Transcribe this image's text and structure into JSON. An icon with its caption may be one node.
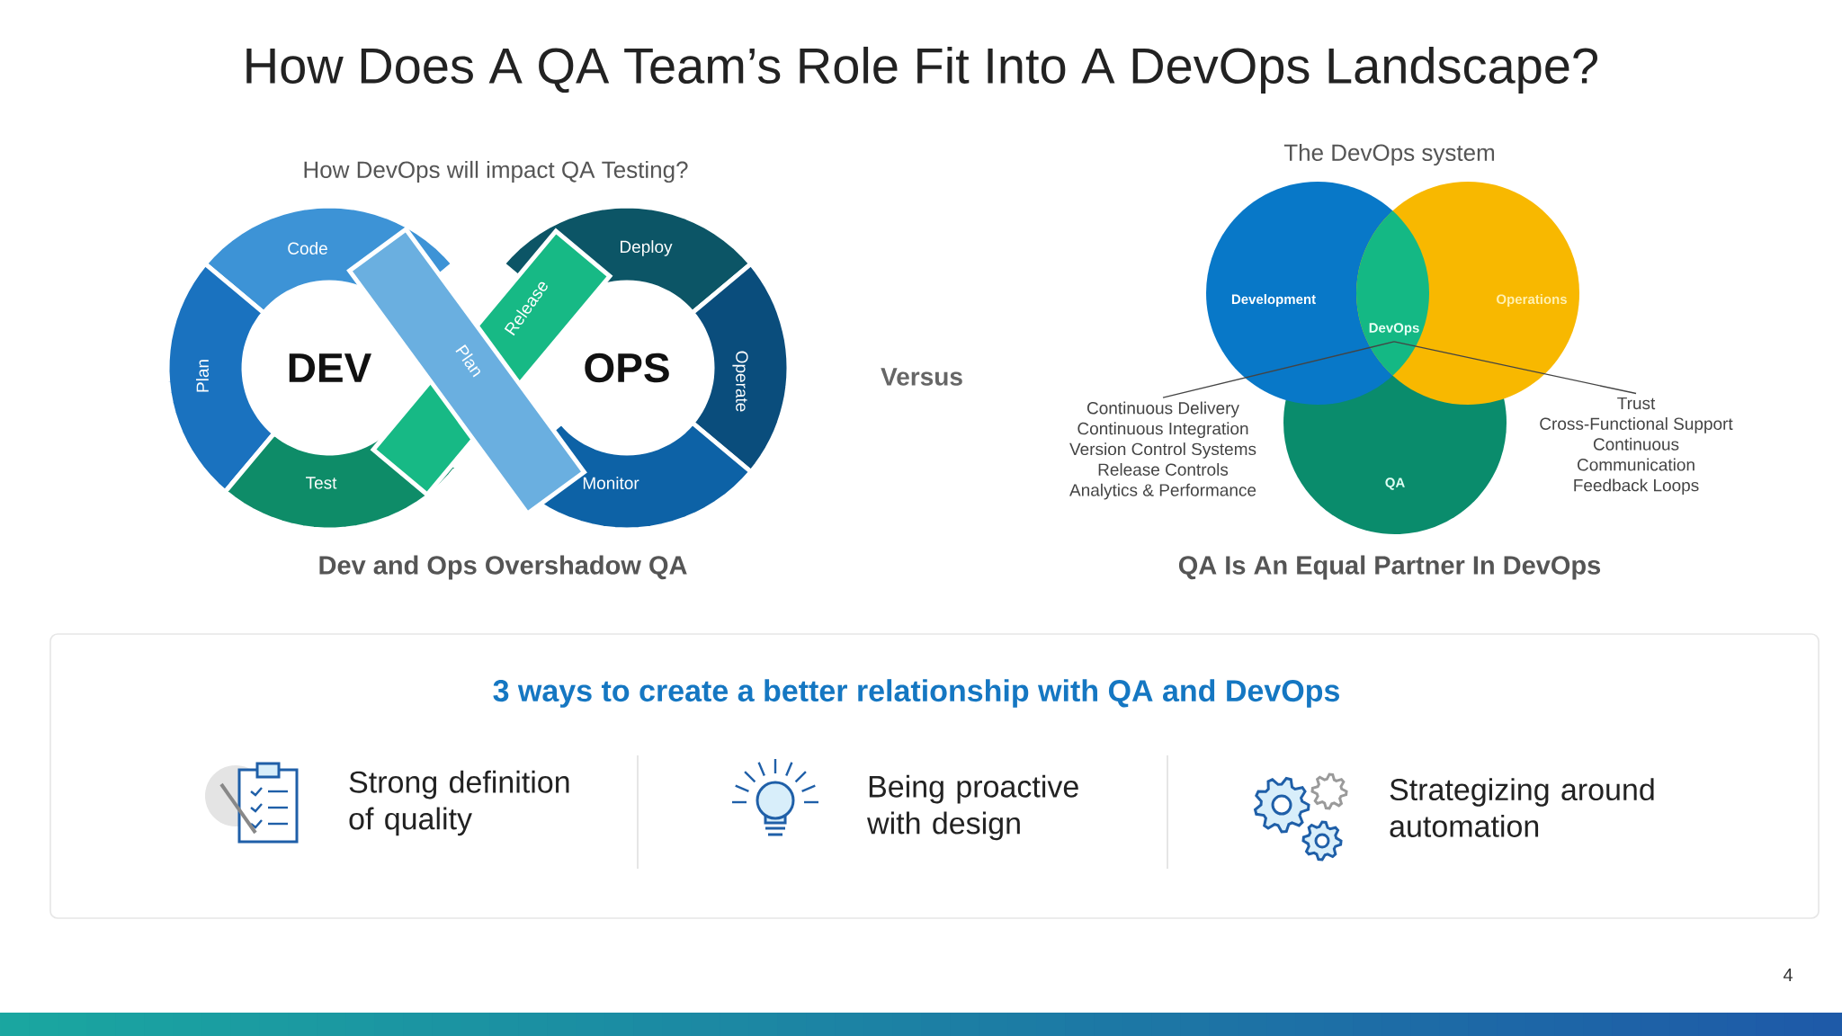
{
  "diagram": {
    "title": "How Does A QA Team’s Role Fit Into A DevOps Landscape?",
    "nodes": [
      {
        "text": [
          "Code"
        ]
      },
      {
        "text": [
          "Plan"
        ]
      },
      {
        "text": [
          "Test"
        ]
      },
      {
        "text": [
          "Release"
        ]
      },
      {
        "text": [
          "Plan"
        ]
      },
      {
        "text": [
          "Deploy"
        ]
      },
      {
        "text": [
          "Operate"
        ]
      },
      {
        "text": [
          "Monitor"
        ]
      },
      {
        "text": [
          "Development"
        ]
      },
      {
        "text": [
          "Operations"
        ]
      },
      {
        "text": [
          "DevOps"
        ]
      },
      {
        "text": [
          "QA"
        ]
      },
      {
        "text": [
          "Continuous Delivery",
          "Continuous Integration",
          "Version Control Systems",
          "Release Controls",
          "Analytics & Performance"
        ]
      },
      {
        "text": [
          "Trust",
          "Cross-Functional Support",
          "Continuous",
          "Communication",
          "Feedback Loops"
        ]
      },
      {
        "text": [
          "3 ways to create a better relationship with QA and DevOps"
        ]
      }
    ],
    "edges": [
      {
        "from": 12,
        "to": 10,
        "arrow": "none"
      },
      {
        "from": 13,
        "to": 10,
        "arrow": "none"
      }
    ],
    "labels": [
      "How DevOps will impact QA Testing?",
      "The DevOps system",
      "DEV",
      "OPS",
      "Versus",
      "Dev and Ops Overshadow QA",
      "QA Is An Equal Partner In DevOps",
      "Strong definition of quality",
      "Being proactive with design",
      "Strategizing around automation",
      "4"
    ]
  }
}
